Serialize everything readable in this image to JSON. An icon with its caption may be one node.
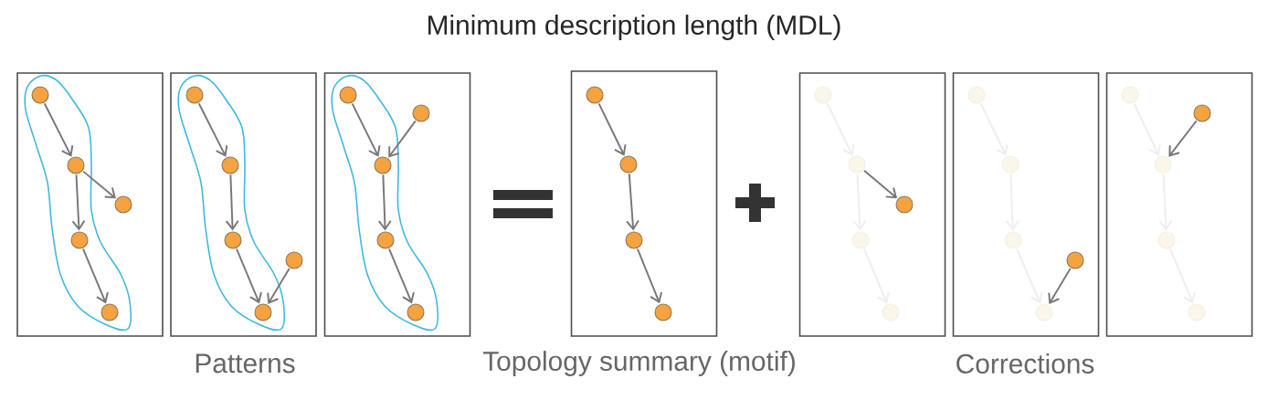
{
  "diagram": {
    "title": "Minimum description length (MDL)",
    "nodes": [
      {
        "text": [],
        "shape": "box"
      },
      {
        "text": [],
        "shape": "circle",
        "in": 0
      },
      {
        "text": [],
        "shape": "circle",
        "in": 0
      },
      {
        "text": [],
        "shape": "circle",
        "in": 0
      },
      {
        "text": [],
        "shape": "circle",
        "in": 0
      },
      {
        "text": [],
        "shape": "circle",
        "in": 0
      },
      {
        "text": [],
        "shape": "box"
      },
      {
        "text": [],
        "shape": "circle",
        "in": 6
      },
      {
        "text": [],
        "shape": "circle",
        "in": 6
      },
      {
        "text": [],
        "shape": "circle",
        "in": 6
      },
      {
        "text": [],
        "shape": "circle",
        "in": 6
      },
      {
        "text": [],
        "shape": "circle",
        "in": 6
      },
      {
        "text": [],
        "shape": "box"
      },
      {
        "text": [],
        "shape": "circle",
        "in": 12
      },
      {
        "text": [],
        "shape": "circle",
        "in": 12
      },
      {
        "text": [],
        "shape": "circle",
        "in": 12
      },
      {
        "text": [],
        "shape": "circle",
        "in": 12
      },
      {
        "text": [],
        "shape": "circle",
        "in": 12
      },
      {
        "text": [],
        "shape": "box"
      },
      {
        "text": [],
        "shape": "circle",
        "in": 18
      },
      {
        "text": [],
        "shape": "circle",
        "in": 18
      },
      {
        "text": [],
        "shape": "circle",
        "in": 18
      },
      {
        "text": [],
        "shape": "circle",
        "in": 18
      },
      {
        "text": [],
        "shape": "box"
      },
      {
        "text": [],
        "shape": "circle",
        "in": 23
      },
      {
        "text": [],
        "shape": "circle",
        "in": 23
      },
      {
        "text": [],
        "shape": "circle",
        "in": 23
      },
      {
        "text": [],
        "shape": "circle",
        "in": 23
      },
      {
        "text": [],
        "shape": "circle",
        "in": 23
      },
      {
        "text": [],
        "shape": "box"
      },
      {
        "text": [],
        "shape": "circle",
        "in": 29
      },
      {
        "text": [],
        "shape": "circle",
        "in": 29
      },
      {
        "text": [],
        "shape": "circle",
        "in": 29
      },
      {
        "text": [],
        "shape": "circle",
        "in": 29
      },
      {
        "text": [],
        "shape": "circle",
        "in": 29
      },
      {
        "text": [],
        "shape": "box"
      },
      {
        "text": [],
        "shape": "circle",
        "in": 35
      },
      {
        "text": [],
        "shape": "circle",
        "in": 35
      },
      {
        "text": [],
        "shape": "circle",
        "in": 35
      },
      {
        "text": [],
        "shape": "circle",
        "in": 35
      },
      {
        "text": [],
        "shape": "circle",
        "in": 35
      }
    ],
    "edges": [
      {
        "from": 1,
        "to": 2,
        "arrow": "to"
      },
      {
        "from": 2,
        "to": 3,
        "arrow": "to"
      },
      {
        "from": 2,
        "to": 4,
        "arrow": "to"
      },
      {
        "from": 4,
        "to": 5,
        "arrow": "to"
      },
      {
        "from": 7,
        "to": 8,
        "arrow": "to"
      },
      {
        "from": 8,
        "to": 9,
        "arrow": "to"
      },
      {
        "from": 9,
        "to": 10,
        "arrow": "to"
      },
      {
        "from": 11,
        "to": 10,
        "arrow": "to"
      },
      {
        "from": 13,
        "to": 15,
        "arrow": "to"
      },
      {
        "from": 14,
        "to": 15,
        "arrow": "to"
      },
      {
        "from": 15,
        "to": 16,
        "arrow": "to"
      },
      {
        "from": 16,
        "to": 17,
        "arrow": "to"
      },
      {
        "from": 19,
        "to": 20,
        "arrow": "to"
      },
      {
        "from": 20,
        "to": 21,
        "arrow": "to"
      },
      {
        "from": 21,
        "to": 22,
        "arrow": "to"
      },
      {
        "from": 24,
        "to": 25,
        "arrow": "to",
        "color": "#eeeeee"
      },
      {
        "from": 25,
        "to": 26,
        "arrow": "to"
      },
      {
        "from": 25,
        "to": 27,
        "arrow": "to",
        "color": "#eeeeee"
      },
      {
        "from": 27,
        "to": 28,
        "arrow": "to",
        "color": "#eeeeee"
      },
      {
        "from": 30,
        "to": 31,
        "arrow": "to",
        "color": "#eeeeee"
      },
      {
        "from": 31,
        "to": 32,
        "arrow": "to",
        "color": "#eeeeee"
      },
      {
        "from": 32,
        "to": 33,
        "arrow": "to",
        "color": "#eeeeee"
      },
      {
        "from": 34,
        "to": 33,
        "arrow": "to"
      },
      {
        "from": 36,
        "to": 38,
        "arrow": "to",
        "color": "#eeeeee"
      },
      {
        "from": 37,
        "to": 38,
        "arrow": "to"
      },
      {
        "from": 38,
        "to": 39,
        "arrow": "to",
        "color": "#eeeeee"
      },
      {
        "from": 39,
        "to": 40,
        "arrow": "to",
        "color": "#eeeeee"
      }
    ],
    "labels": [
      "Patterns",
      "Topology summary (motif)",
      "Corrections"
    ]
  }
}
